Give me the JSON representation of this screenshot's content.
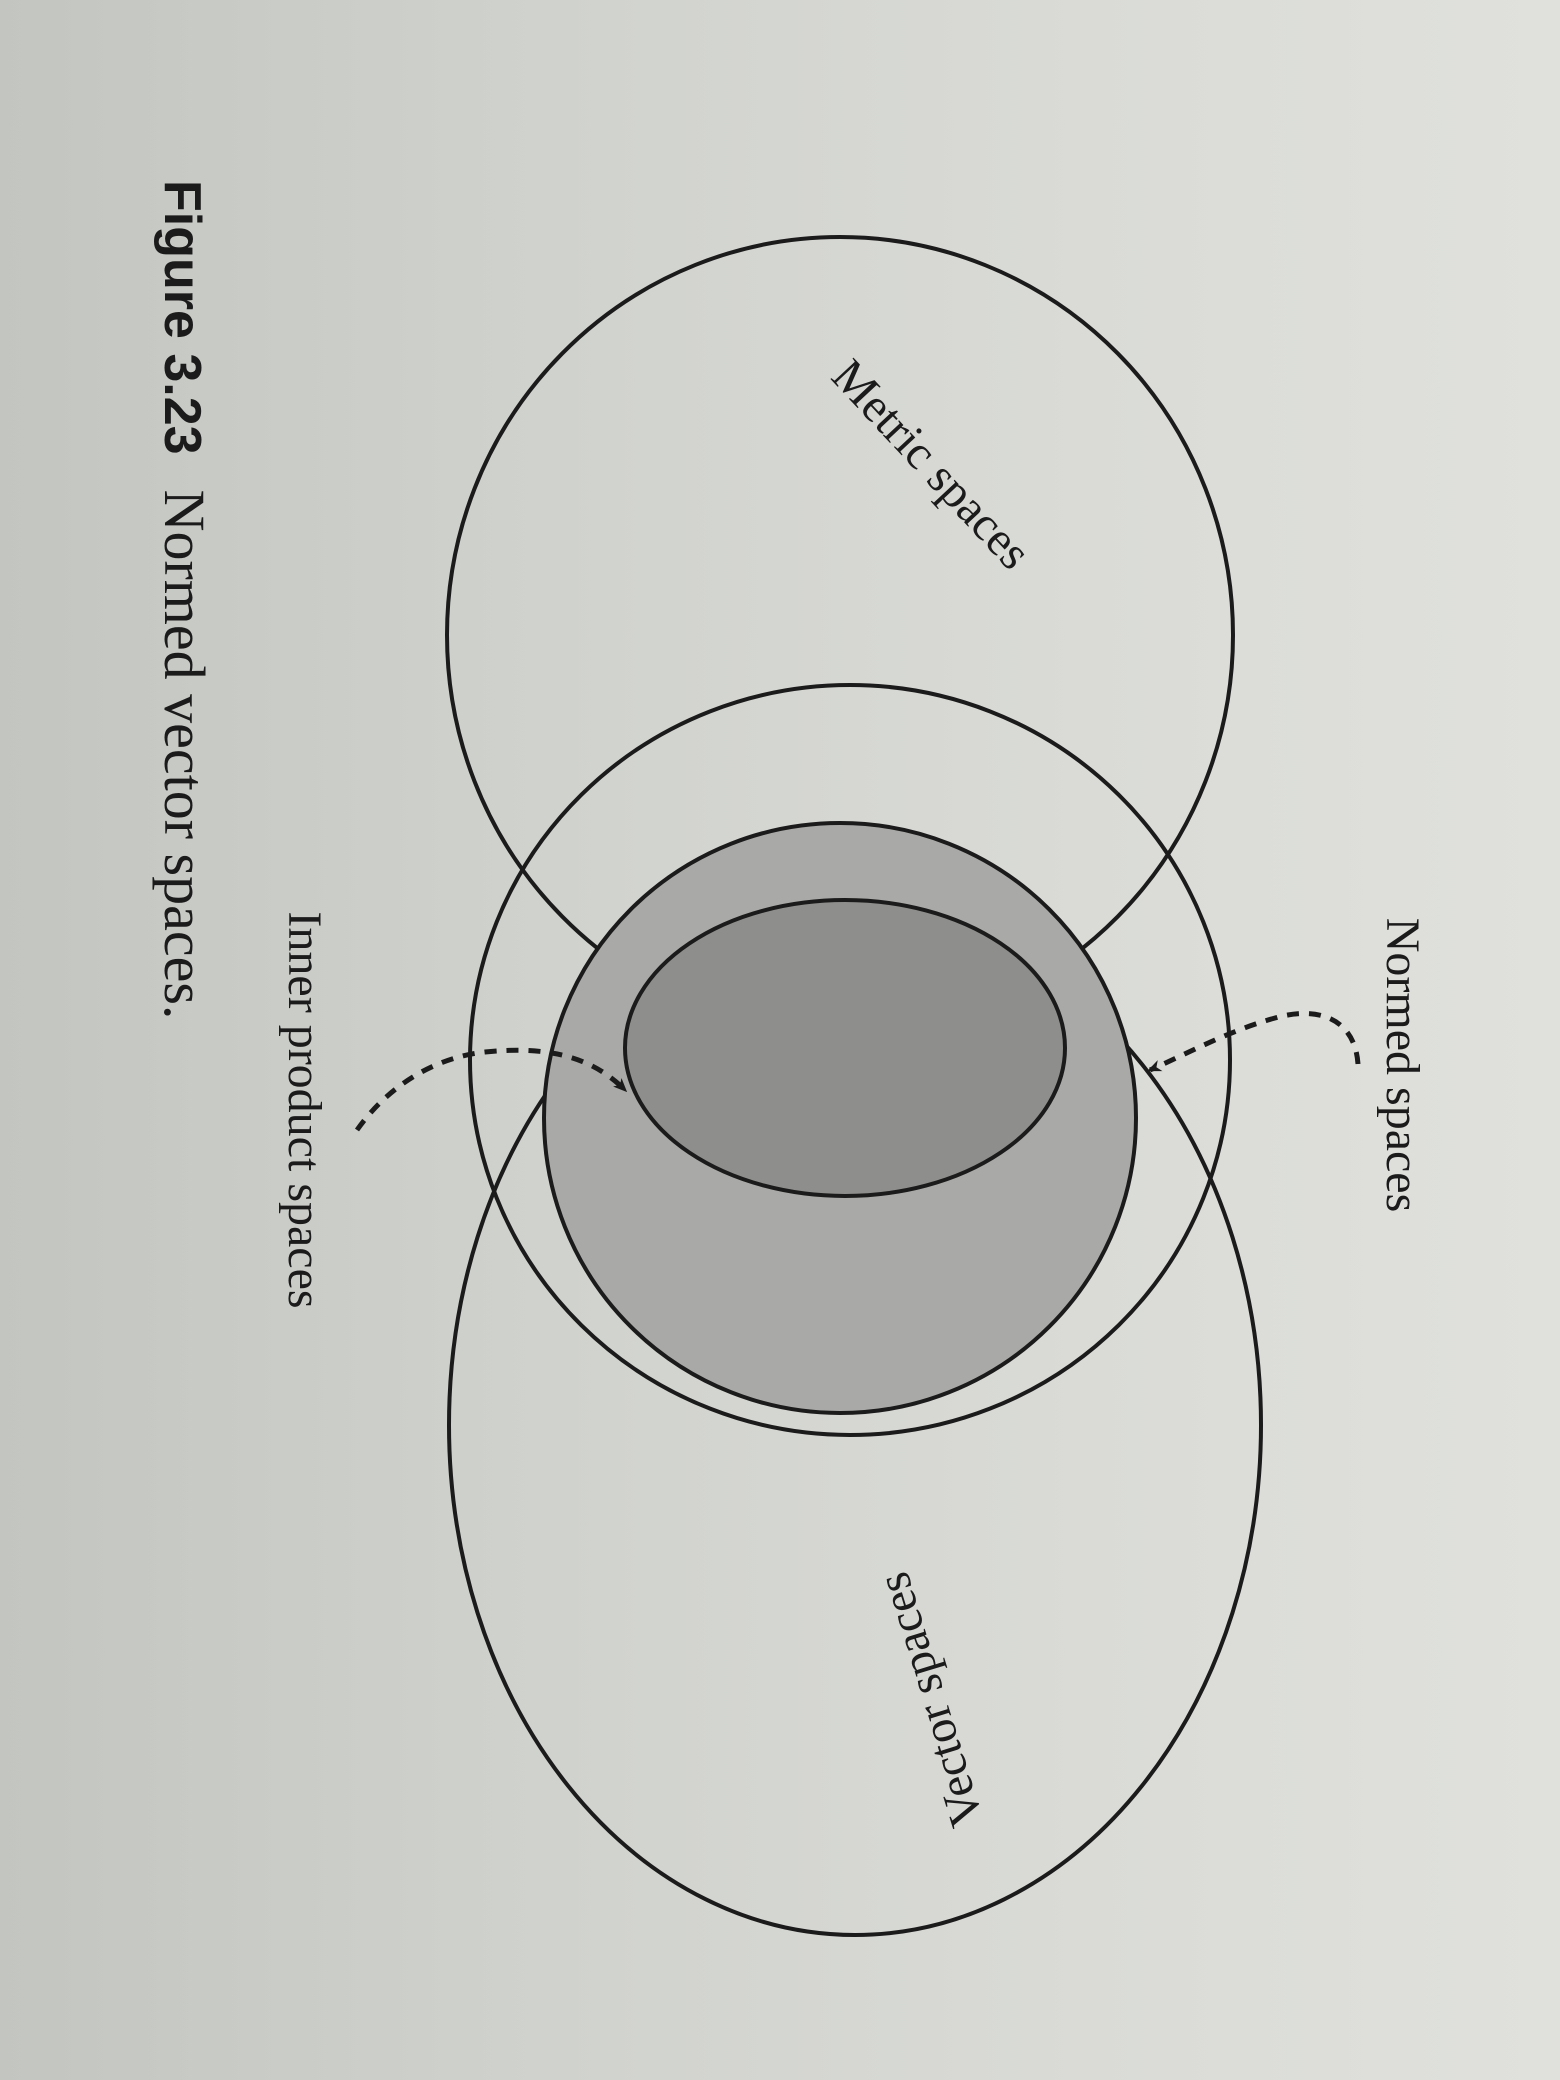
{
  "diagram": {
    "sets": {
      "metric_spaces": "Metric spaces",
      "vector_spaces": "Vector spaces",
      "normed_spaces": "Normed spaces",
      "inner_product_spaces": "Inner product spaces"
    },
    "shading": {
      "normed_fill": "#a9aaa7",
      "inner_product_fill": "#8e8f8c"
    }
  },
  "caption": {
    "number": "Figure 3.23",
    "text": "Normed vector spaces."
  }
}
